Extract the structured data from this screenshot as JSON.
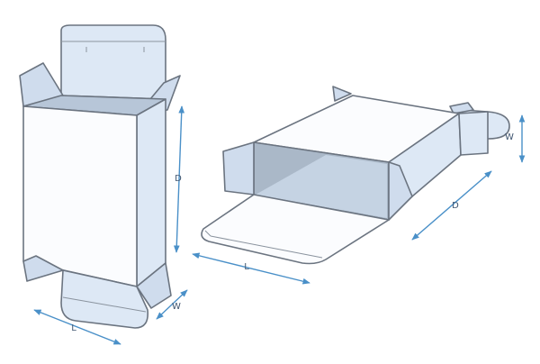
{
  "colors": {
    "face_white": "#fbfcfe",
    "face_light": "#dde8f5",
    "face_mid": "#c5d3e3",
    "face_dark": "#aab8c8",
    "outline": "#6b7480",
    "arrow": "#4a90c8",
    "label": "#3f5570"
  },
  "left_box": {
    "dimensions": {
      "depth": "D",
      "length": "L",
      "width": "W"
    }
  },
  "right_box": {
    "dimensions": {
      "length": "L",
      "depth": "D",
      "width": "W"
    }
  }
}
